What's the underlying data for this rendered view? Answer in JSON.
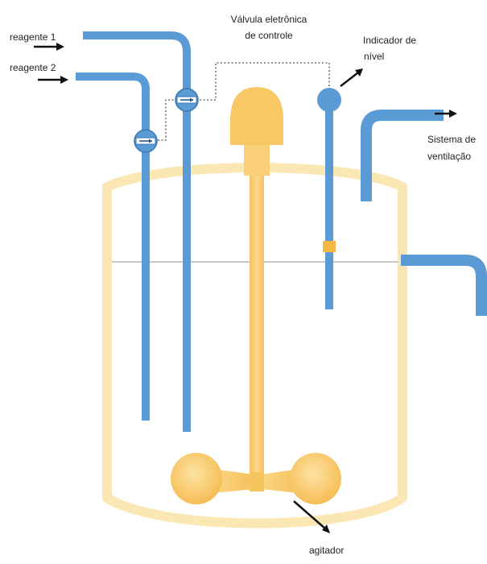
{
  "labels": {
    "reagent_1": "reagente 1",
    "reagent_2": "reagente 2",
    "valve_line1": "Válvula eletrônica",
    "valve_line2": "de controle",
    "level_line1": "Indicador de",
    "level_line2": "nível",
    "vent_line1": "Sistema de",
    "vent_line2": "ventilação",
    "agitator": "agitador"
  },
  "colors": {
    "pipe": "#5b9bd5",
    "vessel": "#fbe7b4",
    "agitator": "#f8c766",
    "arrow": "#111111",
    "liquid_line": "#c8c8c8"
  }
}
